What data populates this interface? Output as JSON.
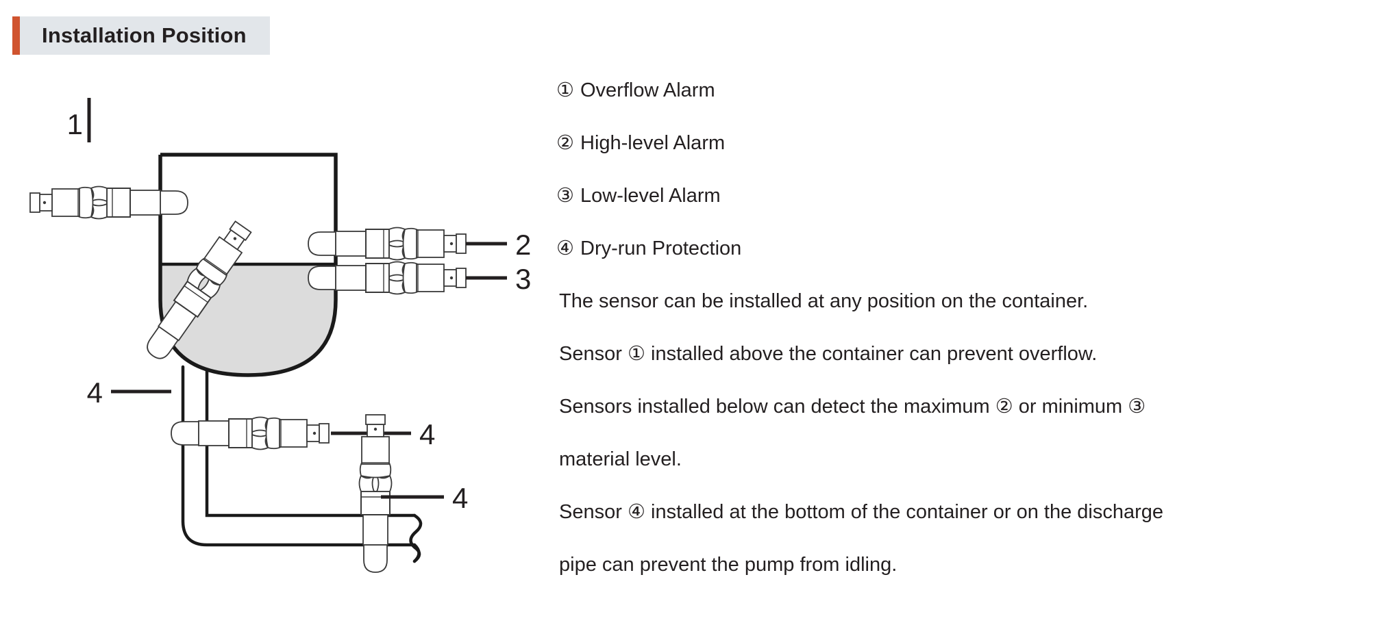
{
  "header": {
    "title": "Installation Position",
    "accent_color": "#d0542f",
    "background_color": "#e2e6ea"
  },
  "legend": [
    {
      "marker": "①",
      "label": "Overflow Alarm"
    },
    {
      "marker": "②",
      "label": "High-level Alarm"
    },
    {
      "marker": "③",
      "label": "Low-level Alarm"
    },
    {
      "marker": "④",
      "label": "Dry-run Protection"
    }
  ],
  "paragraph": [
    "The sensor can be installed at any position on the container.",
    "Sensor ① installed above the container can prevent overflow.",
    "Sensors installed below can detect the maximum ② or minimum ③",
    "material level.",
    "Sensor ④ installed at the bottom of the container or on the discharge",
    "pipe can prevent the pump from idling."
  ],
  "diagram": {
    "callouts": [
      {
        "id": "callout-1",
        "label": "1"
      },
      {
        "id": "callout-2",
        "label": "2"
      },
      {
        "id": "callout-3",
        "label": "3"
      },
      {
        "id": "callout-4-angled",
        "label": "4"
      },
      {
        "id": "callout-4-pipe",
        "label": "4"
      },
      {
        "id": "callout-4-bottom",
        "label": "4"
      }
    ],
    "liquid_fill_color": "#dcdcdc",
    "outline_color": "#1a1a1a"
  }
}
